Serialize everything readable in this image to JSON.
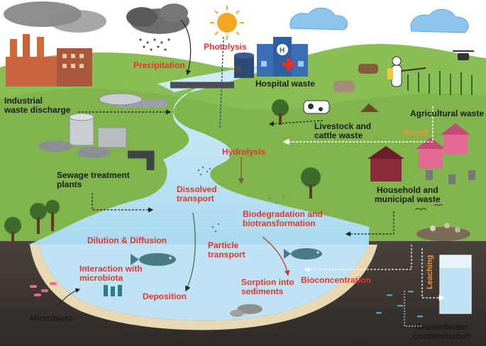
{
  "labels": {
    "industrial": "Industrial\nwaste discharge",
    "precipitation": "Precipitation",
    "photolysis": "Photolysis",
    "hospital": "Hospital waste",
    "agricultural": "Agricultural waste",
    "livestock": "Livestock and\ncattle waste",
    "runoff": "Runoff",
    "hydrolysis": "Hydrolysis",
    "sewage": "Sewage treatment\nplants",
    "dissolved": "Dissolved\ntransport",
    "household": "Household and\nmunicipal waste",
    "biodegradation": "Biodegradation and\nbiotransformation",
    "dilution": "Dilution & Diffusion",
    "particle": "Particle\ntransport",
    "interaction": "Interaction with\nmicrobiota",
    "deposition": "Deposition",
    "sorption": "Sorption into\nsediments",
    "bioconcentration": "Bioconcentration",
    "leaching": "Leaching",
    "microbiota": "Microbiota",
    "groundwater": "Groundwater\ncontamination"
  },
  "colors": {
    "sky": "#ffffff",
    "hills": "#8bbd55",
    "water": "#bfe3f4",
    "soil": "#3b3531",
    "process_text": "#e3342b",
    "source_text": "#1a1a1a",
    "runoff_text": "#f29a2e"
  }
}
